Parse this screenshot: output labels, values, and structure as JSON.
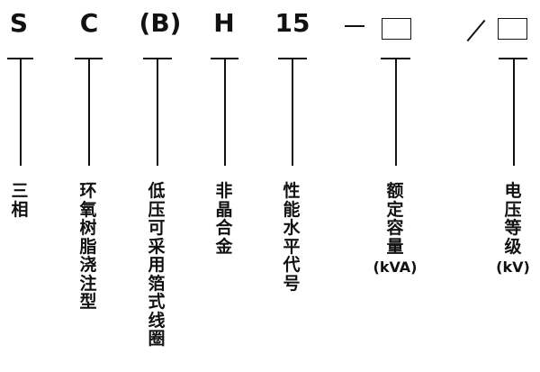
{
  "model_code": {
    "s": "S",
    "c": "C",
    "b": "(B)",
    "h": "H",
    "num": "15"
  },
  "labels": {
    "three_phase": "三相",
    "epoxy_cast": "环氧树脂浇注型",
    "low_voltage_foil": "低压可采用箔式线圈",
    "non_crystalline": "非晶合金",
    "performance": "性能水平代号",
    "rated_capacity": "额定容量",
    "rated_capacity_unit": "(kVA)",
    "voltage_class": "电压等级",
    "voltage_class_unit": "(kV)"
  }
}
